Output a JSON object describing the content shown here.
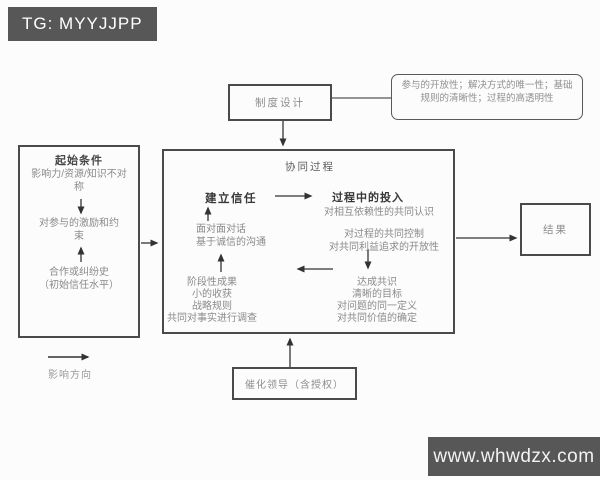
{
  "header": {
    "badge_label": "TG: MYYJJPP"
  },
  "footer": {
    "watermark": "www.whwdzx.com"
  },
  "legend": {
    "label": "影响方向"
  },
  "diagram": {
    "institutional_design": {
      "label": "制度设计"
    },
    "design_note": {
      "text": "参与的开放性；解决方式的唯一性；基础规则的清晰性；过程的高透明性"
    },
    "starting_conditions": {
      "title": "起始条件",
      "asymmetry": "影响力/资源/知识不对称",
      "incentives": "对参与的激励和约束",
      "history": [
        "合作或纠纷史",
        "（初始信任水平）"
      ]
    },
    "collaborative_process": {
      "title": "协同过程",
      "trust_building": "建立信任",
      "commitment": {
        "title": "过程中的投入",
        "subtitle": "对相互依赖性的共同认识"
      },
      "shared_control": [
        "对过程的共同控制",
        "对共同利益追求的开放性"
      ],
      "shared_understanding": [
        "达成共识",
        "清晰的目标",
        "对问题的同一定义",
        "对共同价值的确定"
      ],
      "intermediate_outcomes": [
        "阶段性成果",
        "小的收获",
        "战略规则",
        "共同对事实进行调查"
      ],
      "dialogue": [
        "面对面对话",
        "基于诚信的沟通"
      ]
    },
    "results": {
      "label": "结果"
    },
    "leadership": {
      "label": "催化领导（含授权）"
    }
  },
  "colors": {
    "accent_bar": "#575757",
    "box_border": "#4a4a4a",
    "arrow": "#333333"
  }
}
